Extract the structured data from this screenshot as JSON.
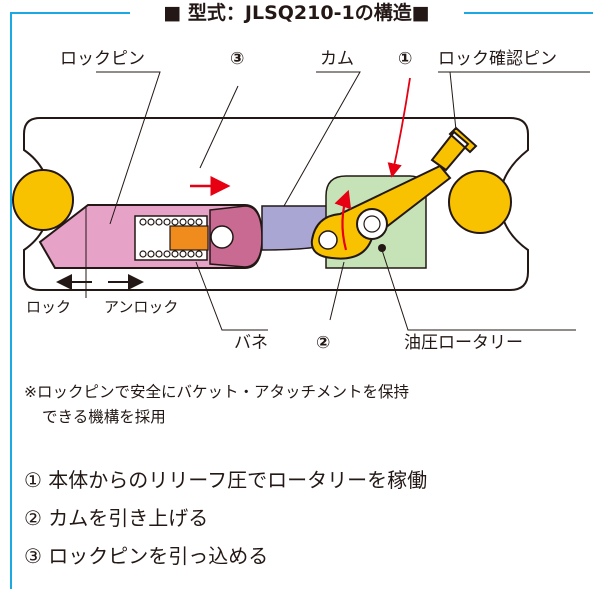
{
  "title": "■ 型式：JLSQ210-1の構造■",
  "labels": {
    "lock_pin": "ロックピン",
    "cam": "カム",
    "lock_check_pin": "ロック確認ピン",
    "lock": "ロック",
    "unlock": "アンロック",
    "spring": "バネ",
    "hydraulic_rotary": "油圧ロータリー",
    "num1": "①",
    "num2": "②",
    "num3": "③"
  },
  "note": {
    "line1": "※ロックピンで安全にバケット・アタッチメントを保持",
    "line2": "できる機構を採用"
  },
  "steps": [
    "① 本体からのリリーフ圧でロータリーを稼働",
    "② カムを引き上げる",
    "③ ロックピンを引っ込める"
  ],
  "colors": {
    "frame": "#1aa9e0",
    "lock_pin": "#e7a2c7",
    "cam": "#a9a6d3",
    "rotary": "#c5e3b6",
    "yellow": "#f2b705",
    "orange": "#f08c1e",
    "red_arrow": "#e60012"
  }
}
